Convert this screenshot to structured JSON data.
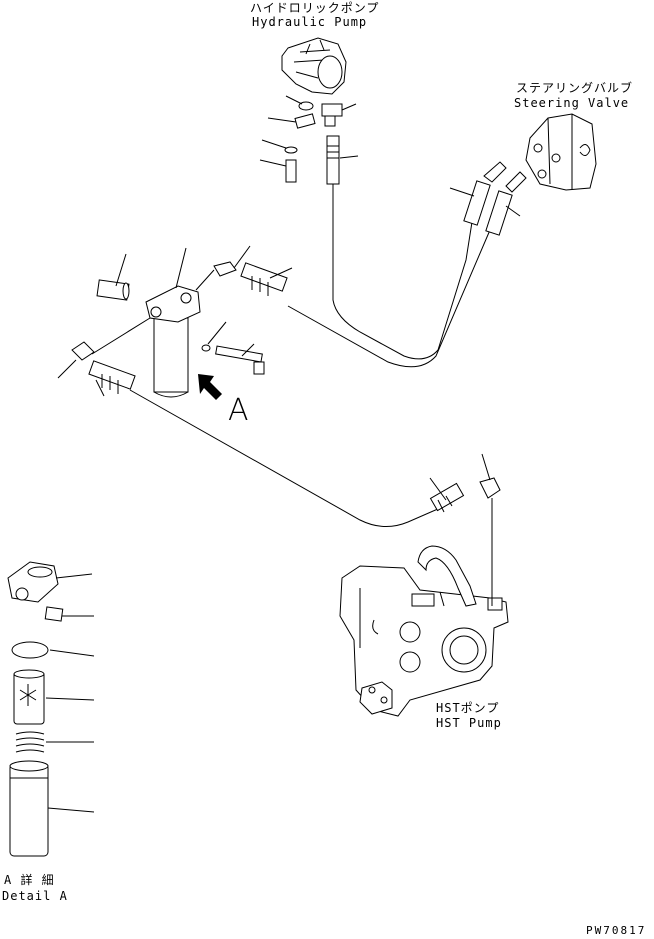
{
  "labels": {
    "hydraulic_pump_jp": "ハイドロリックポンプ",
    "hydraulic_pump_en": "Hydraulic Pump",
    "steering_valve_jp": "ステアリングバルブ",
    "steering_valve_en": "Steering Valve",
    "view_marker": "A",
    "hst_pump_jp": "HSTポンプ",
    "hst_pump_en": "HST Pump",
    "detail_jp": "A 詳 細",
    "detail_en": "Detail A",
    "drawing_code": "PW70817"
  }
}
